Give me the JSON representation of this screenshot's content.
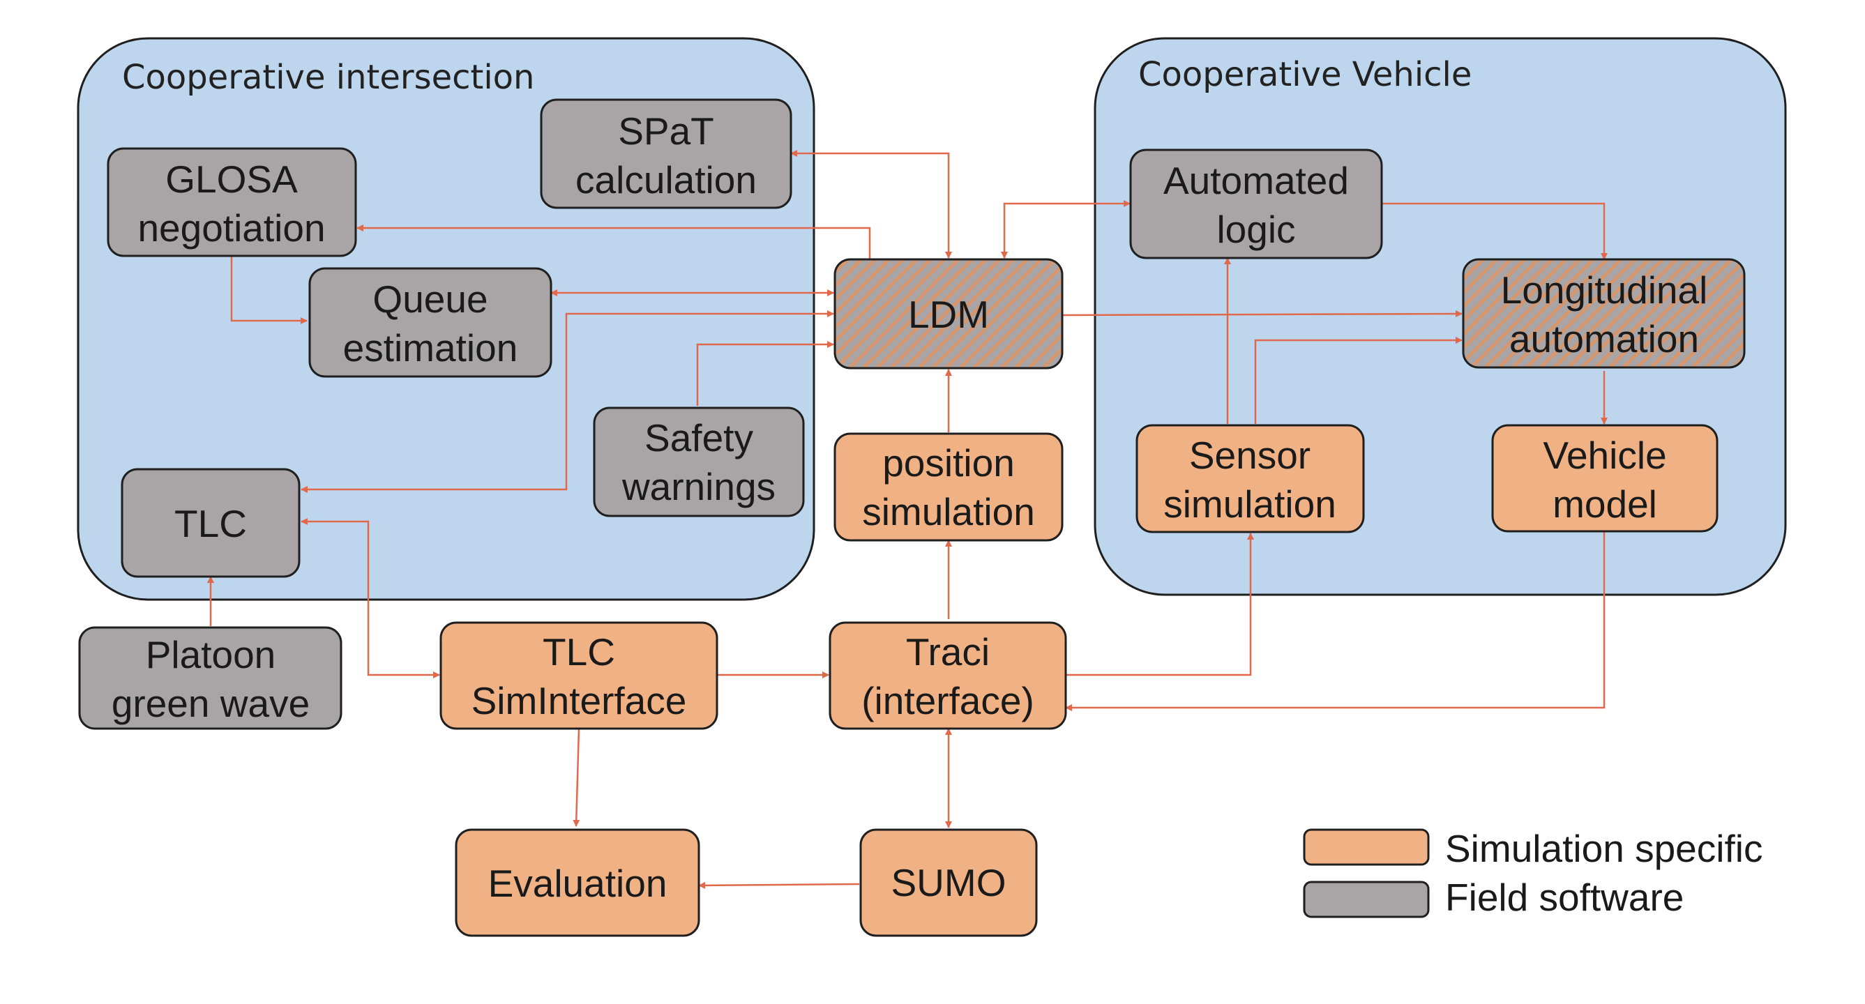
{
  "colors": {
    "simulation": "#f0b184",
    "field": "#a9a5a6",
    "region_fill": "#bdd6ee",
    "hatch_stripe": "#d6976f",
    "connector": "#e0684b"
  },
  "regions": {
    "intersection": "Cooperative intersection",
    "vehicle": "Cooperative Vehicle"
  },
  "nodes": {
    "spat": [
      "SPaT",
      "calculation"
    ],
    "glosa": [
      "GLOSA",
      "negotiation"
    ],
    "queue": [
      "Queue",
      "estimation"
    ],
    "ldm": [
      "LDM"
    ],
    "safety": [
      "Safety",
      "warnings"
    ],
    "tlc": [
      "TLC"
    ],
    "position": [
      "position",
      "simulation"
    ],
    "automated": [
      "Automated",
      "logic"
    ],
    "longitudinal": [
      "Longitudinal",
      "automation"
    ],
    "sensor": [
      "Sensor",
      "simulation"
    ],
    "vehicle_model": [
      "Vehicle",
      "model"
    ],
    "platoon": [
      "Platoon",
      "green wave"
    ],
    "tlc_sim": [
      "TLC",
      "SimInterface"
    ],
    "traci": [
      "Traci",
      "(interface)"
    ],
    "evaluation": [
      "Evaluation"
    ],
    "sumo": [
      "SUMO"
    ]
  },
  "legend": {
    "simulation": "Simulation specific",
    "field": "Field software"
  }
}
